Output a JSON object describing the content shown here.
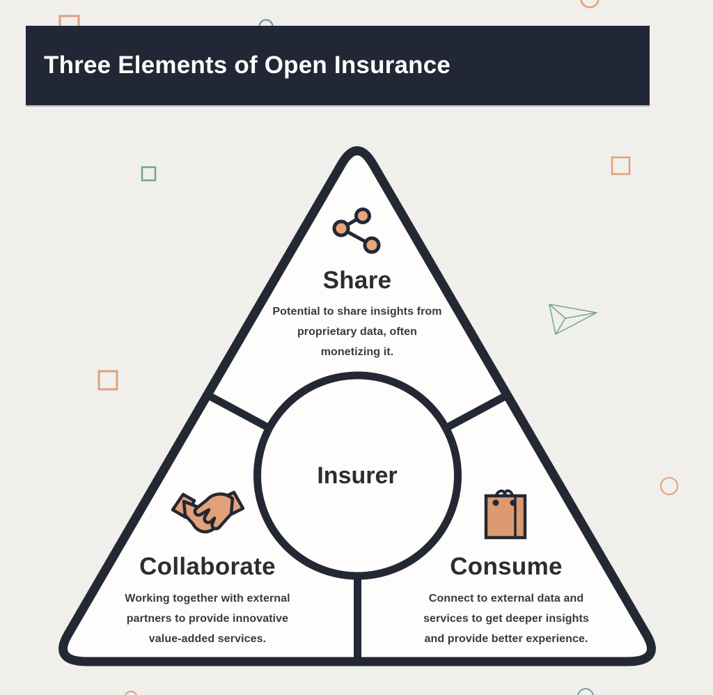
{
  "title": "Three Elements of Open Insurance",
  "diagram": {
    "center_label": "Insurer",
    "sections": {
      "share": {
        "title": "Share",
        "icon": "share-network-icon",
        "lines": [
          "Potential to share insights from",
          "proprietary data, often",
          "monetizing it."
        ]
      },
      "collaborate": {
        "title": "Collaborate",
        "icon": "handshake-icon",
        "lines": [
          "Working together with external",
          "partners to provide innovative",
          "value-added services."
        ]
      },
      "consume": {
        "title": "Consume",
        "icon": "shopping-bag-icon",
        "lines": [
          "Connect to external data and",
          "services to get deeper insights",
          "and provide better experience."
        ]
      }
    }
  },
  "decorations": [
    {
      "name": "square-outline",
      "color": "#dfa07c",
      "position": "top-left-behind-title"
    },
    {
      "name": "circle-outline",
      "color": "#73a294",
      "position": "top-behind-title"
    },
    {
      "name": "circle-outline",
      "color": "#dfa07c",
      "position": "top-right-edge"
    },
    {
      "name": "square-outline",
      "color": "#73a294",
      "position": "upper-left"
    },
    {
      "name": "square-outline",
      "color": "#dfa07c",
      "position": "upper-right"
    },
    {
      "name": "square-outline",
      "color": "#dfa07c",
      "position": "mid-left"
    },
    {
      "name": "paper-plane-outline",
      "color": "#73a294",
      "position": "mid-right"
    },
    {
      "name": "circle-outline",
      "color": "#dfa07c",
      "position": "right"
    },
    {
      "name": "circle-outline",
      "color": "#dfa07c",
      "position": "bottom-left-edge"
    },
    {
      "name": "circle-outline",
      "color": "#73a294",
      "position": "bottom-edge"
    }
  ],
  "colors": {
    "background": "#f1efeb",
    "header_bg": "#212735",
    "title_text": "#ffffff",
    "outline_dark": "#232834",
    "panel_white": "#fefdfb",
    "accent_salmon": "#e0a078",
    "deco_orange": "#dfa07c",
    "deco_teal": "#73a294",
    "heading_text": "#2e2d2b",
    "body_text": "#3b3a39"
  }
}
